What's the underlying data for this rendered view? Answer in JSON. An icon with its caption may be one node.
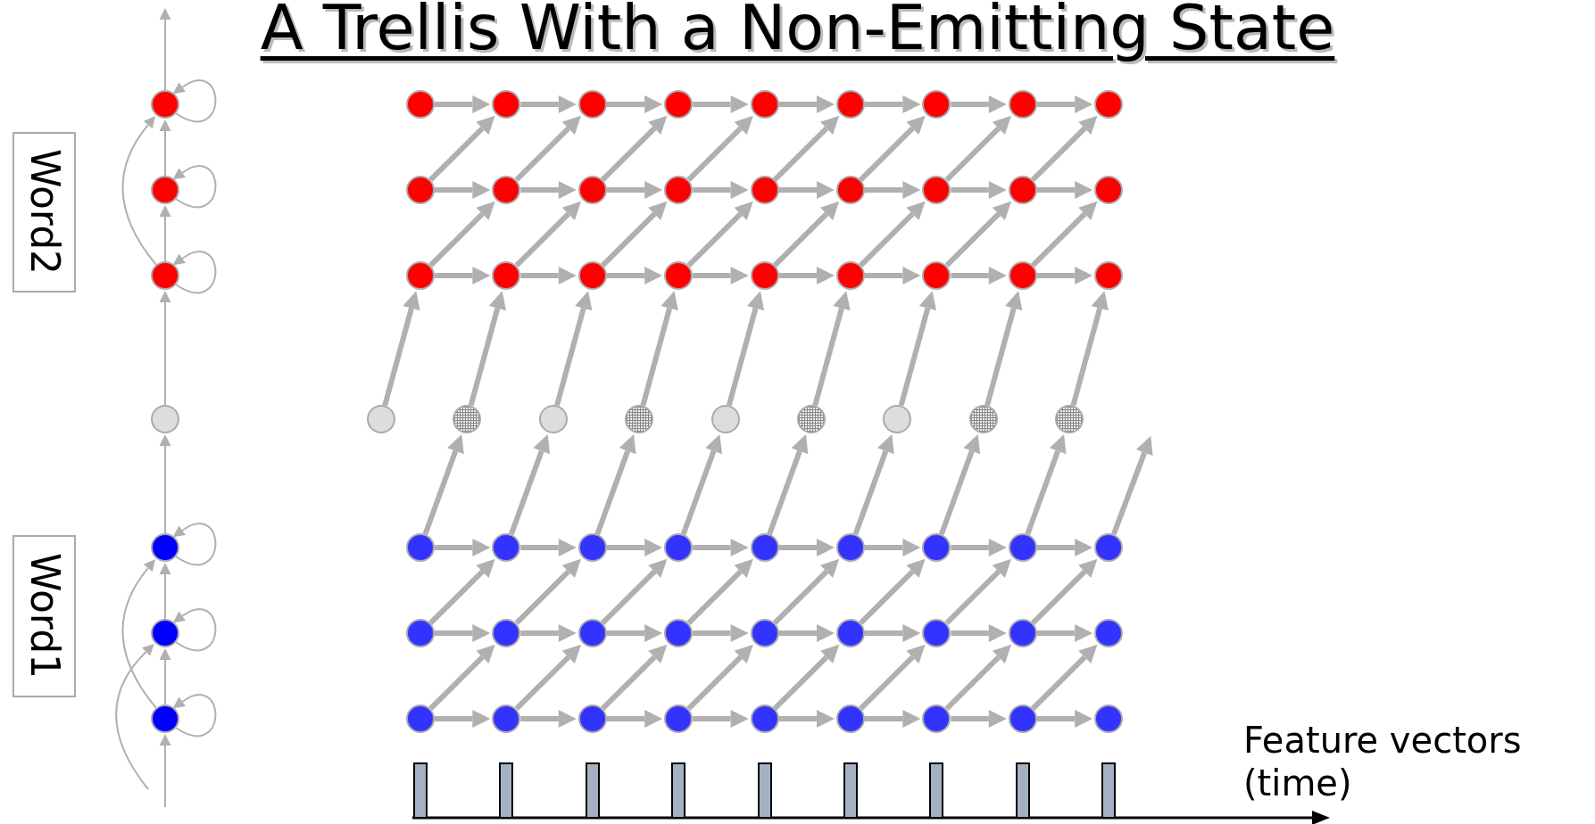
{
  "diagram": {
    "title": "A Trellis With a Non-Emitting State",
    "nodes": [
      {
        "text": [
          "Word2"
        ]
      },
      {
        "text": [
          "Word1"
        ]
      },
      {
        "text": [],
        "shape": "circle"
      },
      {
        "text": [],
        "shape": "circle"
      },
      {
        "text": [],
        "shape": "circle"
      },
      {
        "text": [],
        "shape": "circle"
      },
      {
        "text": [],
        "shape": "circle"
      },
      {
        "text": [],
        "shape": "circle"
      },
      {
        "text": [],
        "shape": "circle"
      },
      {
        "text": [],
        "shape": "circle"
      },
      {
        "text": [],
        "shape": "circle"
      },
      {
        "text": [],
        "shape": "circle"
      },
      {
        "text": [],
        "shape": "circle"
      },
      {
        "text": [],
        "shape": "circle"
      },
      {
        "text": [],
        "shape": "circle"
      },
      {
        "text": [],
        "shape": "circle"
      },
      {
        "text": [],
        "shape": "circle"
      },
      {
        "text": [],
        "shape": "circle"
      },
      {
        "text": [],
        "shape": "circle"
      },
      {
        "text": [],
        "shape": "circle"
      },
      {
        "text": [],
        "shape": "circle"
      },
      {
        "text": [],
        "shape": "circle"
      },
      {
        "text": [],
        "shape": "circle"
      },
      {
        "text": [],
        "shape": "circle"
      },
      {
        "text": [],
        "shape": "circle"
      },
      {
        "text": [],
        "shape": "circle"
      },
      {
        "text": [],
        "shape": "circle"
      },
      {
        "text": [],
        "shape": "circle"
      },
      {
        "text": [],
        "shape": "circle"
      },
      {
        "text": [],
        "shape": "circle"
      },
      {
        "text": [],
        "shape": "circle"
      },
      {
        "text": [],
        "shape": "circle"
      },
      {
        "text": [],
        "shape": "circle"
      },
      {
        "text": [],
        "shape": "circle"
      },
      {
        "text": [],
        "shape": "circle"
      },
      {
        "text": [],
        "shape": "circle"
      },
      {
        "text": [],
        "shape": "circle"
      },
      {
        "text": [],
        "shape": "circle"
      },
      {
        "text": [],
        "shape": "circle"
      },
      {
        "text": [],
        "shape": "circle"
      },
      {
        "text": [],
        "shape": "circle"
      },
      {
        "text": [],
        "shape": "circle"
      },
      {
        "text": [],
        "shape": "circle"
      },
      {
        "text": [],
        "shape": "circle"
      },
      {
        "text": [],
        "shape": "circle"
      },
      {
        "text": [],
        "shape": "circle"
      },
      {
        "text": [],
        "shape": "circle"
      },
      {
        "text": [],
        "shape": "circle"
      },
      {
        "text": [],
        "shape": "circle"
      },
      {
        "text": [],
        "shape": "circle"
      },
      {
        "text": [],
        "shape": "circle"
      },
      {
        "text": [],
        "shape": "circle"
      },
      {
        "text": [],
        "shape": "circle"
      },
      {
        "text": [],
        "shape": "circle"
      },
      {
        "text": [],
        "shape": "circle"
      },
      {
        "text": [],
        "shape": "circle"
      },
      {
        "text": [],
        "shape": "circle"
      },
      {
        "text": [],
        "shape": "circle"
      },
      {
        "text": [],
        "shape": "circle"
      },
      {
        "text": [],
        "shape": "circle"
      },
      {
        "text": [],
        "shape": "circle"
      },
      {
        "text": [],
        "shape": "circle"
      },
      {
        "text": [],
        "shape": "circle"
      },
      {
        "text": [],
        "shape": "circle"
      },
      {
        "text": [],
        "shape": "circle"
      },
      {
        "text": [],
        "shape": "circle"
      },
      {
        "text": [],
        "shape": "circle"
      },
      {
        "text": [],
        "shape": "circle"
      },
      {
        "text": [],
        "shape": "circle"
      },
      {
        "text": [],
        "shape": "circle"
      },
      {
        "text": [],
        "shape": "circle"
      },
      {
        "text": [],
        "shape": "circle"
      },
      {
        "text": [],
        "shape": "bar"
      },
      {
        "text": [],
        "shape": "bar"
      },
      {
        "text": [],
        "shape": "bar"
      },
      {
        "text": [],
        "shape": "bar"
      },
      {
        "text": [],
        "shape": "bar"
      },
      {
        "text": [],
        "shape": "bar"
      },
      {
        "text": [],
        "shape": "bar"
      },
      {
        "text": [],
        "shape": "bar"
      },
      {
        "text": [],
        "shape": "bar"
      }
    ],
    "edges": [
      {
        "from": 5,
        "to": 4,
        "arrow": "to"
      },
      {
        "from": 4,
        "to": 3,
        "arrow": "to"
      },
      {
        "from": 3,
        "to": 2,
        "arrow": "to"
      },
      {
        "from": 4,
        "to": 4,
        "arrow": "to"
      },
      {
        "from": 3,
        "to": 3,
        "arrow": "to"
      },
      {
        "from": 2,
        "to": 2,
        "arrow": "to"
      },
      {
        "from": 4,
        "to": 2,
        "arrow": "to"
      },
      {
        "from": 2,
        "to": null,
        "arrow": "to"
      },
      {
        "from": null,
        "to": 8,
        "arrow": "to"
      },
      {
        "from": 8,
        "to": 7,
        "arrow": "to"
      },
      {
        "from": 7,
        "to": 6,
        "arrow": "to"
      },
      {
        "from": 8,
        "to": 8,
        "arrow": "to"
      },
      {
        "from": 7,
        "to": 7,
        "arrow": "to"
      },
      {
        "from": 6,
        "to": 6,
        "arrow": "to"
      },
      {
        "from": null,
        "to": 7,
        "arrow": "to"
      },
      {
        "from": 8,
        "to": 6,
        "arrow": "to"
      },
      {
        "from": 6,
        "to": 5,
        "arrow": "to"
      },
      {
        "from": 9,
        "to": 10,
        "arrow": "to"
      },
      {
        "from": 10,
        "to": 11,
        "arrow": "to"
      },
      {
        "from": 11,
        "to": 12,
        "arrow": "to"
      },
      {
        "from": 12,
        "to": 13,
        "arrow": "to"
      },
      {
        "from": 13,
        "to": 14,
        "arrow": "to"
      },
      {
        "from": 14,
        "to": 15,
        "arrow": "to"
      },
      {
        "from": 15,
        "to": 16,
        "arrow": "to"
      },
      {
        "from": 16,
        "to": 17,
        "arrow": "to"
      },
      {
        "from": 18,
        "to": 19,
        "arrow": "to"
      },
      {
        "from": 19,
        "to": 20,
        "arrow": "to"
      },
      {
        "from": 20,
        "to": 21,
        "arrow": "to"
      },
      {
        "from": 21,
        "to": 22,
        "arrow": "to"
      },
      {
        "from": 22,
        "to": 23,
        "arrow": "to"
      },
      {
        "from": 23,
        "to": 24,
        "arrow": "to"
      },
      {
        "from": 24,
        "to": 25,
        "arrow": "to"
      },
      {
        "from": 25,
        "to": 26,
        "arrow": "to"
      },
      {
        "from": 27,
        "to": 28,
        "arrow": "to"
      },
      {
        "from": 28,
        "to": 29,
        "arrow": "to"
      },
      {
        "from": 29,
        "to": 30,
        "arrow": "to"
      },
      {
        "from": 30,
        "to": 31,
        "arrow": "to"
      },
      {
        "from": 31,
        "to": 32,
        "arrow": "to"
      },
      {
        "from": 32,
        "to": 33,
        "arrow": "to"
      },
      {
        "from": 33,
        "to": 34,
        "arrow": "to"
      },
      {
        "from": 34,
        "to": 35,
        "arrow": "to"
      },
      {
        "from": 45,
        "to": 46,
        "arrow": "to"
      },
      {
        "from": 46,
        "to": 47,
        "arrow": "to"
      },
      {
        "from": 47,
        "to": 48,
        "arrow": "to"
      },
      {
        "from": 48,
        "to": 49,
        "arrow": "to"
      },
      {
        "from": 49,
        "to": 50,
        "arrow": "to"
      },
      {
        "from": 50,
        "to": 51,
        "arrow": "to"
      },
      {
        "from": 51,
        "to": 52,
        "arrow": "to"
      },
      {
        "from": 52,
        "to": 53,
        "arrow": "to"
      },
      {
        "from": 54,
        "to": 55,
        "arrow": "to"
      },
      {
        "from": 55,
        "to": 56,
        "arrow": "to"
      },
      {
        "from": 56,
        "to": 57,
        "arrow": "to"
      },
      {
        "from": 57,
        "to": 58,
        "arrow": "to"
      },
      {
        "from": 58,
        "to": 59,
        "arrow": "to"
      },
      {
        "from": 59,
        "to": 60,
        "arrow": "to"
      },
      {
        "from": 60,
        "to": 61,
        "arrow": "to"
      },
      {
        "from": 61,
        "to": 62,
        "arrow": "to"
      },
      {
        "from": 63,
        "to": 64,
        "arrow": "to"
      },
      {
        "from": 64,
        "to": 65,
        "arrow": "to"
      },
      {
        "from": 65,
        "to": 66,
        "arrow": "to"
      },
      {
        "from": 66,
        "to": 67,
        "arrow": "to"
      },
      {
        "from": 67,
        "to": 68,
        "arrow": "to"
      },
      {
        "from": 68,
        "to": 69,
        "arrow": "to"
      },
      {
        "from": 69,
        "to": 70,
        "arrow": "to"
      },
      {
        "from": 70,
        "to": 71,
        "arrow": "to"
      },
      {
        "from": 27,
        "to": 19,
        "arrow": "to"
      },
      {
        "from": 28,
        "to": 20,
        "arrow": "to"
      },
      {
        "from": 29,
        "to": 21,
        "arrow": "to"
      },
      {
        "from": 30,
        "to": 22,
        "arrow": "to"
      },
      {
        "from": 31,
        "to": 23,
        "arrow": "to"
      },
      {
        "from": 32,
        "to": 24,
        "arrow": "to"
      },
      {
        "from": 33,
        "to": 25,
        "arrow": "to"
      },
      {
        "from": 34,
        "to": 26,
        "arrow": "to"
      },
      {
        "from": 18,
        "to": 10,
        "arrow": "to"
      },
      {
        "from": 19,
        "to": 11,
        "arrow": "to"
      },
      {
        "from": 20,
        "to": 12,
        "arrow": "to"
      },
      {
        "from": 21,
        "to": 13,
        "arrow": "to"
      },
      {
        "from": 22,
        "to": 14,
        "arrow": "to"
      },
      {
        "from": 23,
        "to": 15,
        "arrow": "to"
      },
      {
        "from": 24,
        "to": 16,
        "arrow": "to"
      },
      {
        "from": 25,
        "to": 17,
        "arrow": "to"
      },
      {
        "from": 63,
        "to": 55,
        "arrow": "to"
      },
      {
        "from": 64,
        "to": 56,
        "arrow": "to"
      },
      {
        "from": 65,
        "to": 57,
        "arrow": "to"
      },
      {
        "from": 66,
        "to": 58,
        "arrow": "to"
      },
      {
        "from": 67,
        "to": 59,
        "arrow": "to"
      },
      {
        "from": 68,
        "to": 60,
        "arrow": "to"
      },
      {
        "from": 69,
        "to": 61,
        "arrow": "to"
      },
      {
        "from": 70,
        "to": 62,
        "arrow": "to"
      },
      {
        "from": 54,
        "to": 46,
        "arrow": "to"
      },
      {
        "from": 55,
        "to": 47,
        "arrow": "to"
      },
      {
        "from": 56,
        "to": 48,
        "arrow": "to"
      },
      {
        "from": 57,
        "to": 49,
        "arrow": "to"
      },
      {
        "from": 58,
        "to": 50,
        "arrow": "to"
      },
      {
        "from": 59,
        "to": 51,
        "arrow": "to"
      },
      {
        "from": 60,
        "to": 52,
        "arrow": "to"
      },
      {
        "from": 61,
        "to": 53,
        "arrow": "to"
      },
      {
        "from": 45,
        "to": 37,
        "arrow": "to"
      },
      {
        "from": 46,
        "to": 38,
        "arrow": "to"
      },
      {
        "from": 47,
        "to": 39,
        "arrow": "to"
      },
      {
        "from": 48,
        "to": 40,
        "arrow": "to"
      },
      {
        "from": 49,
        "to": 41,
        "arrow": "to"
      },
      {
        "from": 50,
        "to": 42,
        "arrow": "to"
      },
      {
        "from": 51,
        "to": 43,
        "arrow": "to"
      },
      {
        "from": 52,
        "to": 44,
        "arrow": "to"
      },
      {
        "from": 53,
        "to": null,
        "arrow": "to"
      },
      {
        "from": 36,
        "to": 27,
        "arrow": "to"
      },
      {
        "from": 37,
        "to": 28,
        "arrow": "to"
      },
      {
        "from": 38,
        "to": 29,
        "arrow": "to"
      },
      {
        "from": 39,
        "to": 30,
        "arrow": "to"
      },
      {
        "from": 40,
        "to": 31,
        "arrow": "to"
      },
      {
        "from": 41,
        "to": 32,
        "arrow": "to"
      },
      {
        "from": 42,
        "to": 33,
        "arrow": "to"
      },
      {
        "from": 43,
        "to": 34,
        "arrow": "to"
      },
      {
        "from": 44,
        "to": 35,
        "arrow": "to"
      }
    ],
    "labels": [
      "Feature vectors (time)"
    ]
  }
}
